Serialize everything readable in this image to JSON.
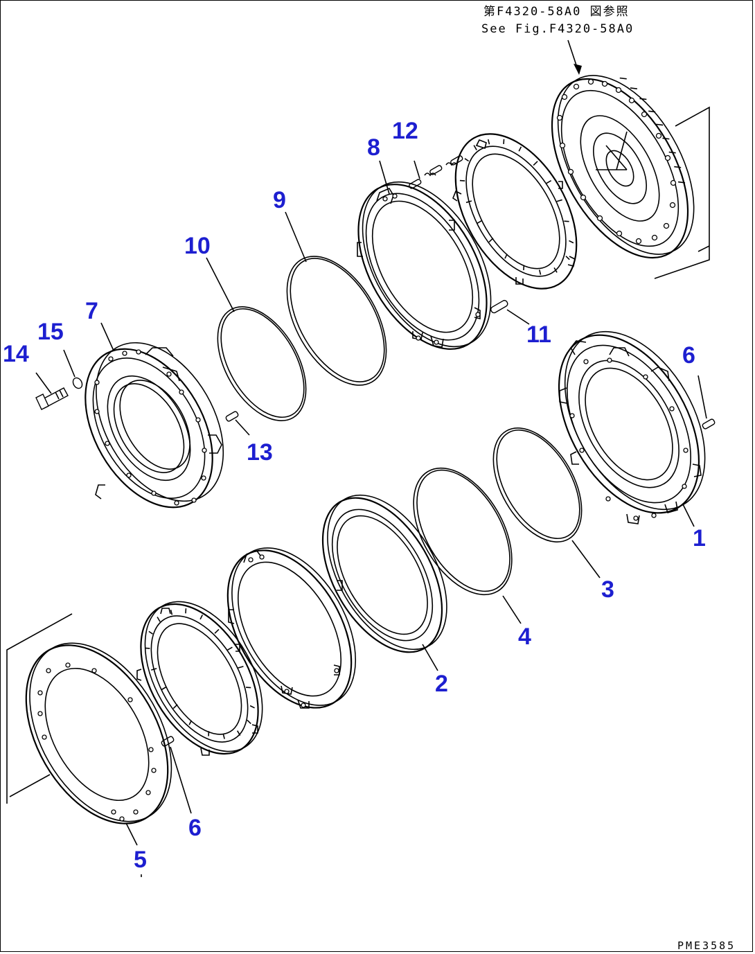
{
  "reference": {
    "line_jp": "第F4320-58A0 図参照",
    "line_en": "See Fig.F4320-58A0"
  },
  "drawing_code": "PME3585",
  "callouts": {
    "c1": "1",
    "c2": "2",
    "c3": "3",
    "c4": "4",
    "c5": "5",
    "c6a": "6",
    "c6b": "6",
    "c7": "7",
    "c8": "8",
    "c9": "9",
    "c10": "10",
    "c11": "11",
    "c12": "12",
    "c13": "13",
    "c14": "14",
    "c15": "15"
  },
  "colors": {
    "callout": "#1d1fd0",
    "line": "#000000",
    "background": "#ffffff"
  }
}
